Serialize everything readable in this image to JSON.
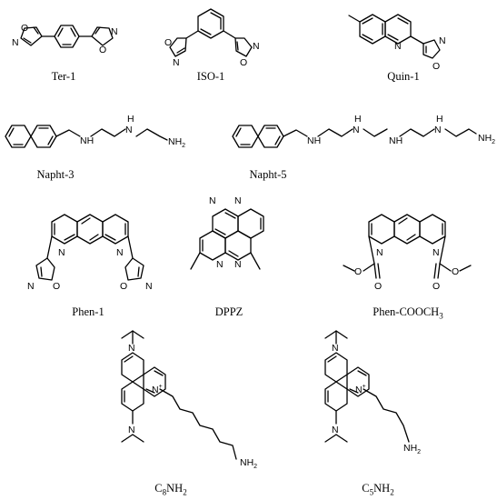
{
  "compounds": [
    {
      "label": "Ter-1"
    },
    {
      "label": "ISO-1"
    },
    {
      "label": "Quin-1"
    },
    {
      "label": "Napht-3"
    },
    {
      "label": "Napht-5"
    },
    {
      "label": "Phen-1"
    },
    {
      "label": "DPPZ"
    },
    {
      "label_main": "Phen-COOCH",
      "label_sub": "3"
    },
    {
      "label_main": "C",
      "label_sub": "8",
      "label_tail": "NH",
      "label_sub2": "2"
    },
    {
      "label_main": "C",
      "label_sub": "5",
      "label_tail": "NH",
      "label_sub2": "2"
    }
  ],
  "atom_labels": {
    "N": "N",
    "O": "O",
    "NH": "NH",
    "H": "H",
    "NH2": "NH",
    "two": "2",
    "plus": "+"
  }
}
